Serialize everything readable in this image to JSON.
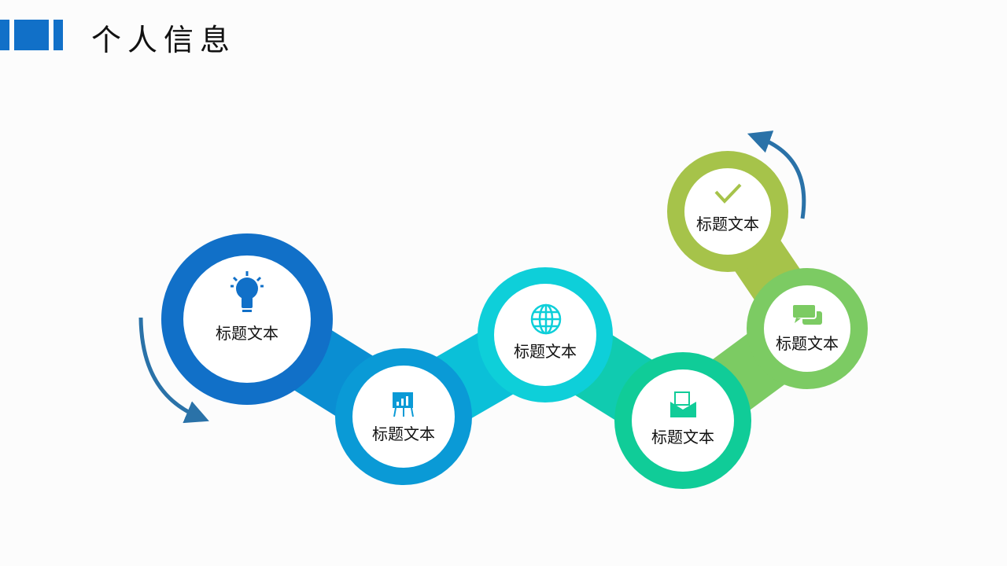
{
  "header": {
    "title": "个人信息"
  },
  "colors": {
    "c1": "#1170c8",
    "c2": "#0a9ad6",
    "c3": "#0ecfd9",
    "c4": "#10cc98",
    "c5": "#7ccb63",
    "c6": "#a6c34a",
    "arrow": "#2a72a8"
  },
  "steps": [
    {
      "label": "标题文本",
      "icon": "lightbulb-icon"
    },
    {
      "label": "标题文本",
      "icon": "presentation-chart-icon"
    },
    {
      "label": "标题文本",
      "icon": "globe-icon"
    },
    {
      "label": "标题文本",
      "icon": "envelope-icon"
    },
    {
      "label": "标题文本",
      "icon": "chat-bubbles-icon"
    },
    {
      "label": "标题文本",
      "icon": "checkmark-icon"
    }
  ]
}
